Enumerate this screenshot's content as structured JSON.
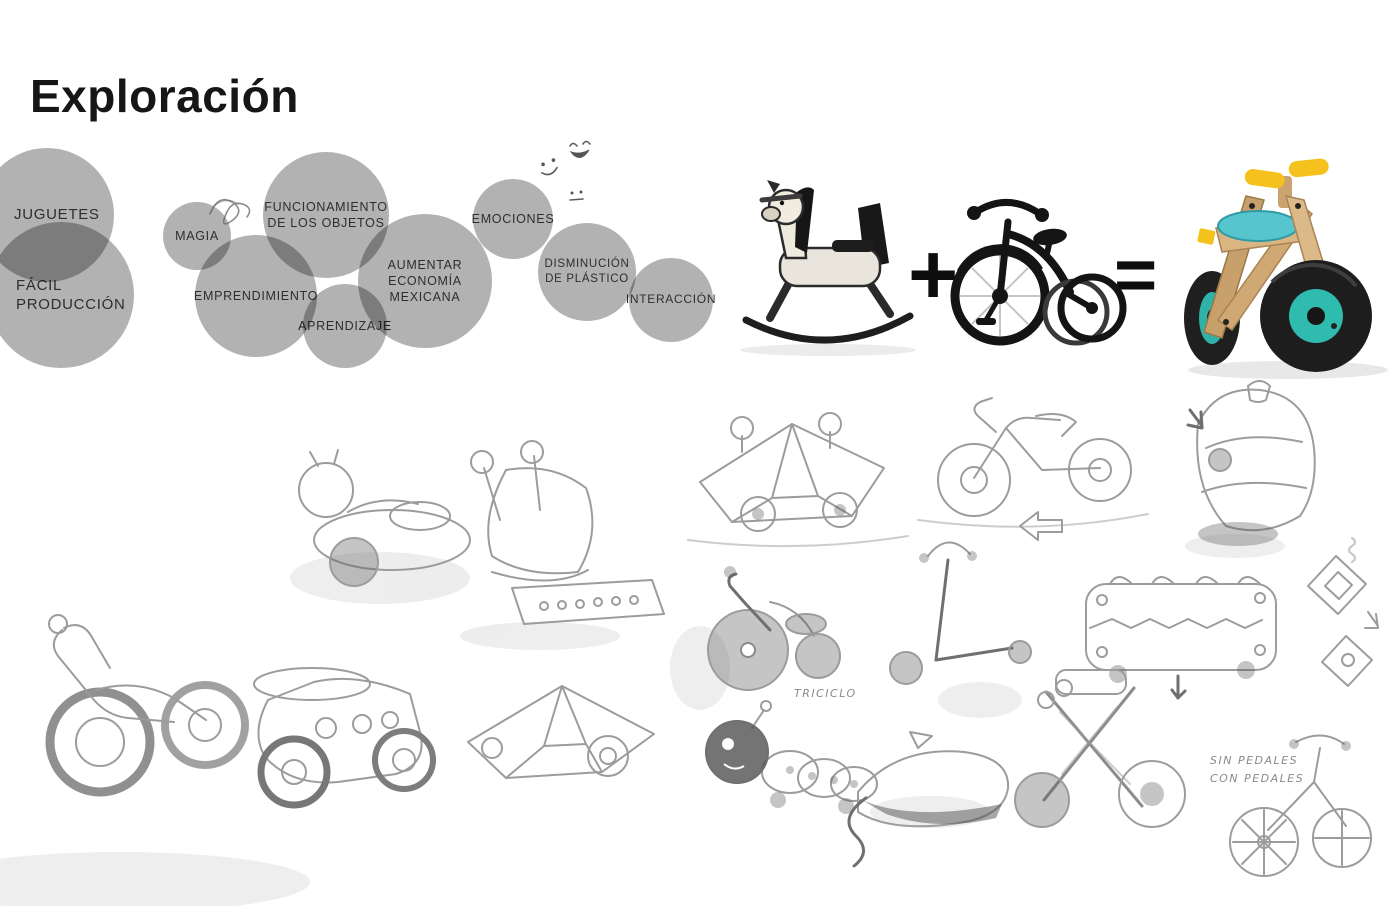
{
  "title": "Exploración",
  "colors": {
    "bubble_gray": "#b2b2b2",
    "accent_teal": "#2fbbae",
    "accent_yellow": "#f4c11d",
    "wood": "#d9b582",
    "sketch_gray": "#9c9c9c"
  },
  "bubbles": [
    {
      "label": "JUGUETES"
    },
    {
      "label": "FÁCIL PRODUCCIÓN"
    },
    {
      "label": "MAGIA"
    },
    {
      "label": "FUNCIONAMIENTO DE LOS OBJETOS"
    },
    {
      "label": "EMPRENDIMIENTO"
    },
    {
      "label": "AUMENTAR ECONOMÍA MEXICANA"
    },
    {
      "label": "APRENDIZAJE"
    },
    {
      "label": "EMOCIONES"
    },
    {
      "label": "DISMINUCIÓN DE PLÁSTICO"
    },
    {
      "label": "INTERACCIÓN"
    }
  ],
  "equation": {
    "plus": "+",
    "equals": "=",
    "left_image": "rocking-horse",
    "middle_image": "tricycle",
    "result_image": "wooden-balance-bike-render"
  },
  "sketch_annotations": {
    "triciclo": "TRICICLO",
    "sin_pedales": "SIN PEDALES",
    "con_pedales": "CON PEDALES"
  }
}
